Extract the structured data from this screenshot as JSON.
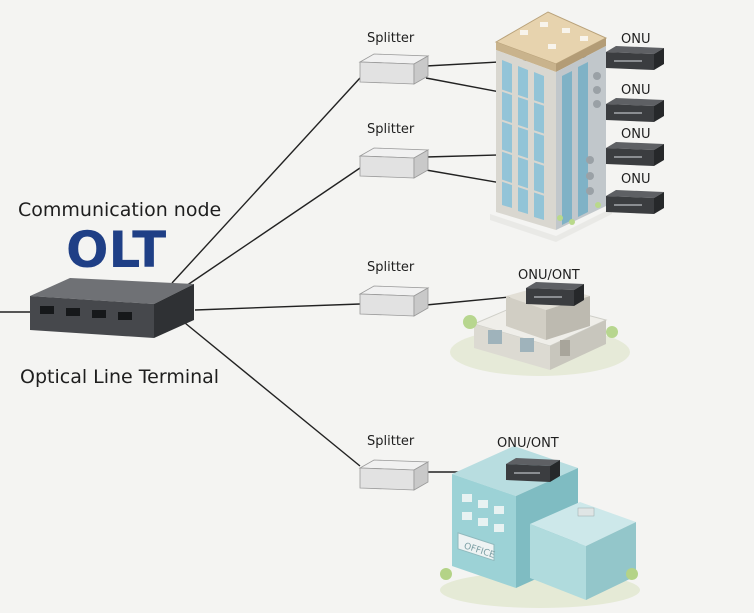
{
  "olt": {
    "caption_top": "Communication node",
    "acronym": "OLT",
    "caption_bottom": "Optical Line Terminal"
  },
  "splitters": [
    {
      "label": "Splitter"
    },
    {
      "label": "Splitter"
    },
    {
      "label": "Splitter"
    },
    {
      "label": "Splitter"
    }
  ],
  "terminals": [
    {
      "label": "ONU"
    },
    {
      "label": "ONU"
    },
    {
      "label": "ONU"
    },
    {
      "label": "ONU"
    },
    {
      "label": "ONU/ONT"
    },
    {
      "label": "ONU/ONT"
    }
  ],
  "buildings": {
    "office_sign": "OFFICE"
  },
  "colors": {
    "olt_text": "#1f3f86",
    "device_dark": "#3b3d40",
    "splitter": "#e4e4e4",
    "line": "#222222",
    "glass": "#8fc3d8"
  }
}
